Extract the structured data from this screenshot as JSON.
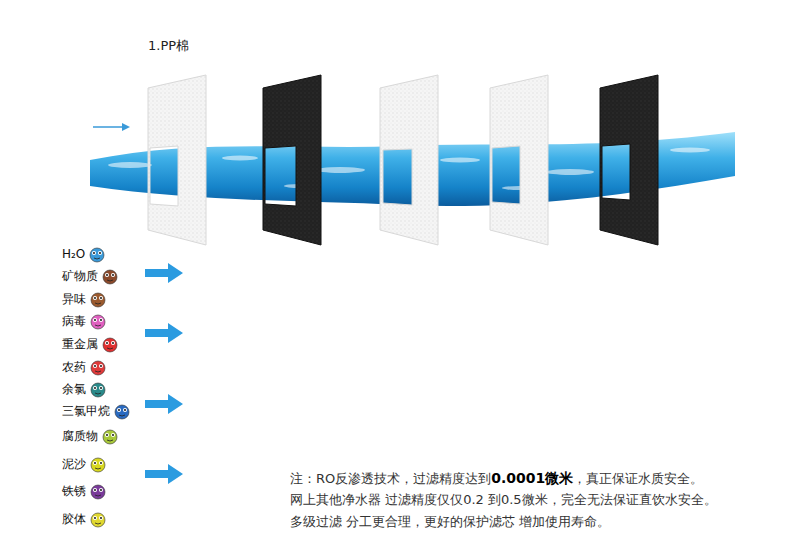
{
  "diagram": {
    "nodes": [
      {
        "text": [
          "1.PP棉"
        ]
      }
    ],
    "edges": [],
    "labels": [
      "H₂O",
      "矿物质",
      "异味",
      "病毒",
      "重金属",
      "农药",
      "余氯",
      "三氯甲烷",
      "腐质物",
      "泥沙",
      "铁锈",
      "胶体",
      "注：RO反渗透技术，过滤精度达到",
      "0.0001微米",
      "，真正保证水质安全。",
      "网上其他净水器 过滤精度仅仅0.2 到0.5微米，完全无法保证直饮水安全。",
      "多级过滤 分工更合理，更好的保护滤芯 增加使用寿命。"
    ]
  }
}
